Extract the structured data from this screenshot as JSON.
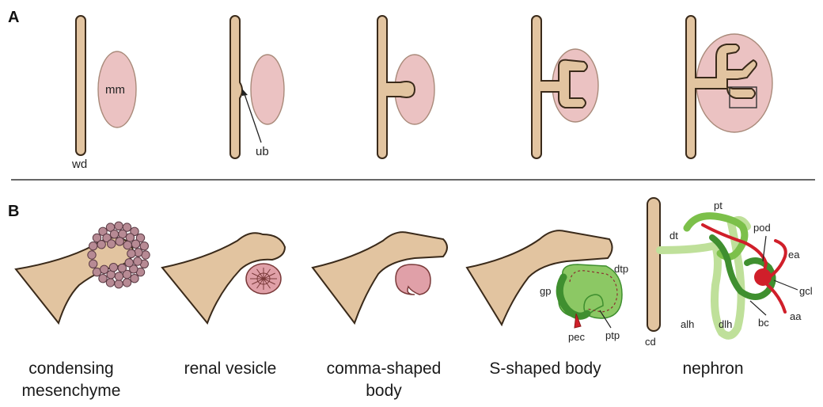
{
  "panels": {
    "a": "A",
    "b": "B"
  },
  "panel_a": {
    "mm": "mm",
    "wd": "wd",
    "ub": "ub"
  },
  "panel_b": {
    "captions": [
      [
        "condensing",
        "mesenchyme"
      ],
      [
        "renal vesicle",
        ""
      ],
      [
        "comma-shaped",
        "body"
      ],
      [
        "S-shaped body",
        ""
      ],
      [
        "nephron",
        ""
      ]
    ],
    "s_shaped_labels": {
      "gp": "gp",
      "dtp": "dtp",
      "pec": "pec",
      "ptp": "ptp"
    },
    "nephron_labels": {
      "pt": "pt",
      "pod": "pod",
      "dt": "dt",
      "ea": "ea",
      "gcl": "gcl",
      "aa": "aa",
      "bc": "bc",
      "alh": "alh",
      "dlh": "dlh",
      "cd": "cd"
    }
  },
  "colors": {
    "tan": "#e2c4a0",
    "pink": "#ebc2c2",
    "light_green": "#b8dc8c",
    "mid_green": "#7cc04a",
    "dark_green": "#3f8f2f",
    "red": "#d01f2a"
  }
}
